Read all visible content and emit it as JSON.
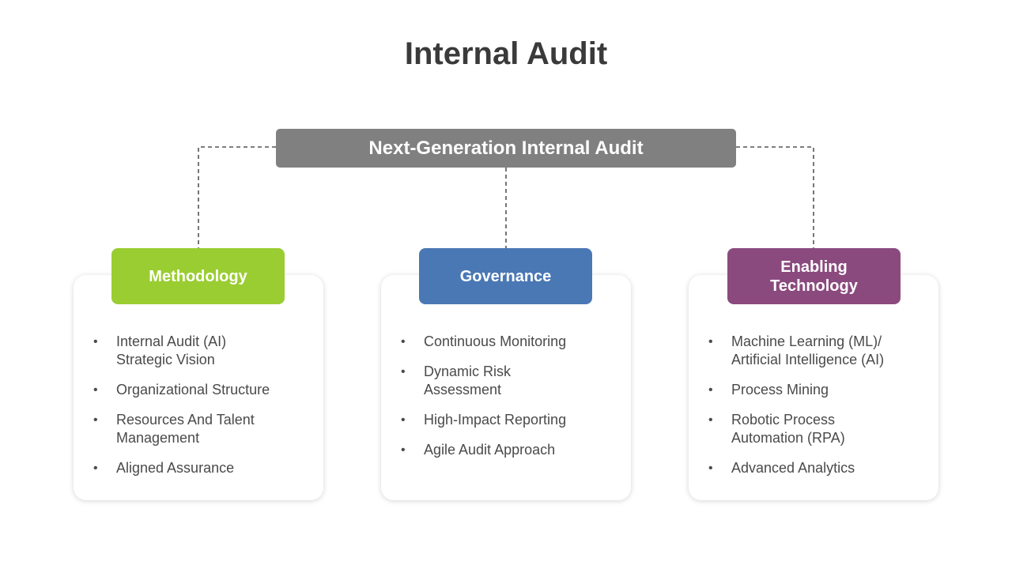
{
  "title": "Internal Audit",
  "root": {
    "label": "Next-Generation Internal Audit",
    "color": "#808080"
  },
  "columns": [
    {
      "header": "Methodology",
      "color": "#9ACD32",
      "items": [
        "Internal Audit (AI) Strategic Vision",
        "Organizational Structure",
        "Resources And Talent Management",
        "Aligned Assurance"
      ]
    },
    {
      "header": "Governance",
      "color": "#4A78B5",
      "items": [
        "Continuous Monitoring",
        "Dynamic Risk Assessment",
        "High-Impact Reporting",
        "Agile Audit Approach"
      ]
    },
    {
      "header": "Enabling\nTechnology",
      "color": "#8B4A7E",
      "items": [
        "Machine Learning (ML)/ Artificial Intelligence (AI)",
        "Process Mining",
        "Robotic Process Automation (RPA)",
        "Advanced Analytics"
      ]
    }
  ]
}
